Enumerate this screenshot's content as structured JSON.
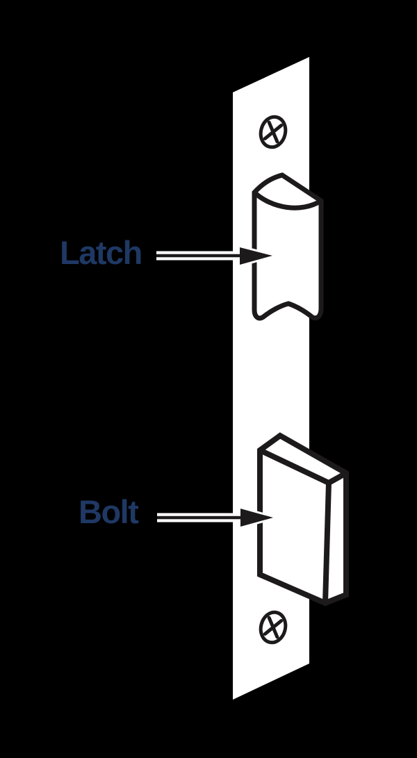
{
  "diagram": {
    "labels": {
      "latch": "Latch",
      "bolt": "Bolt"
    },
    "colors": {
      "background": "#000000",
      "shape_fill": "#FFFFFF",
      "outline": "#1D1A1B",
      "label_text": "#1F3864"
    },
    "icons": {
      "screw": "ellipse with X (screw head)"
    }
  }
}
